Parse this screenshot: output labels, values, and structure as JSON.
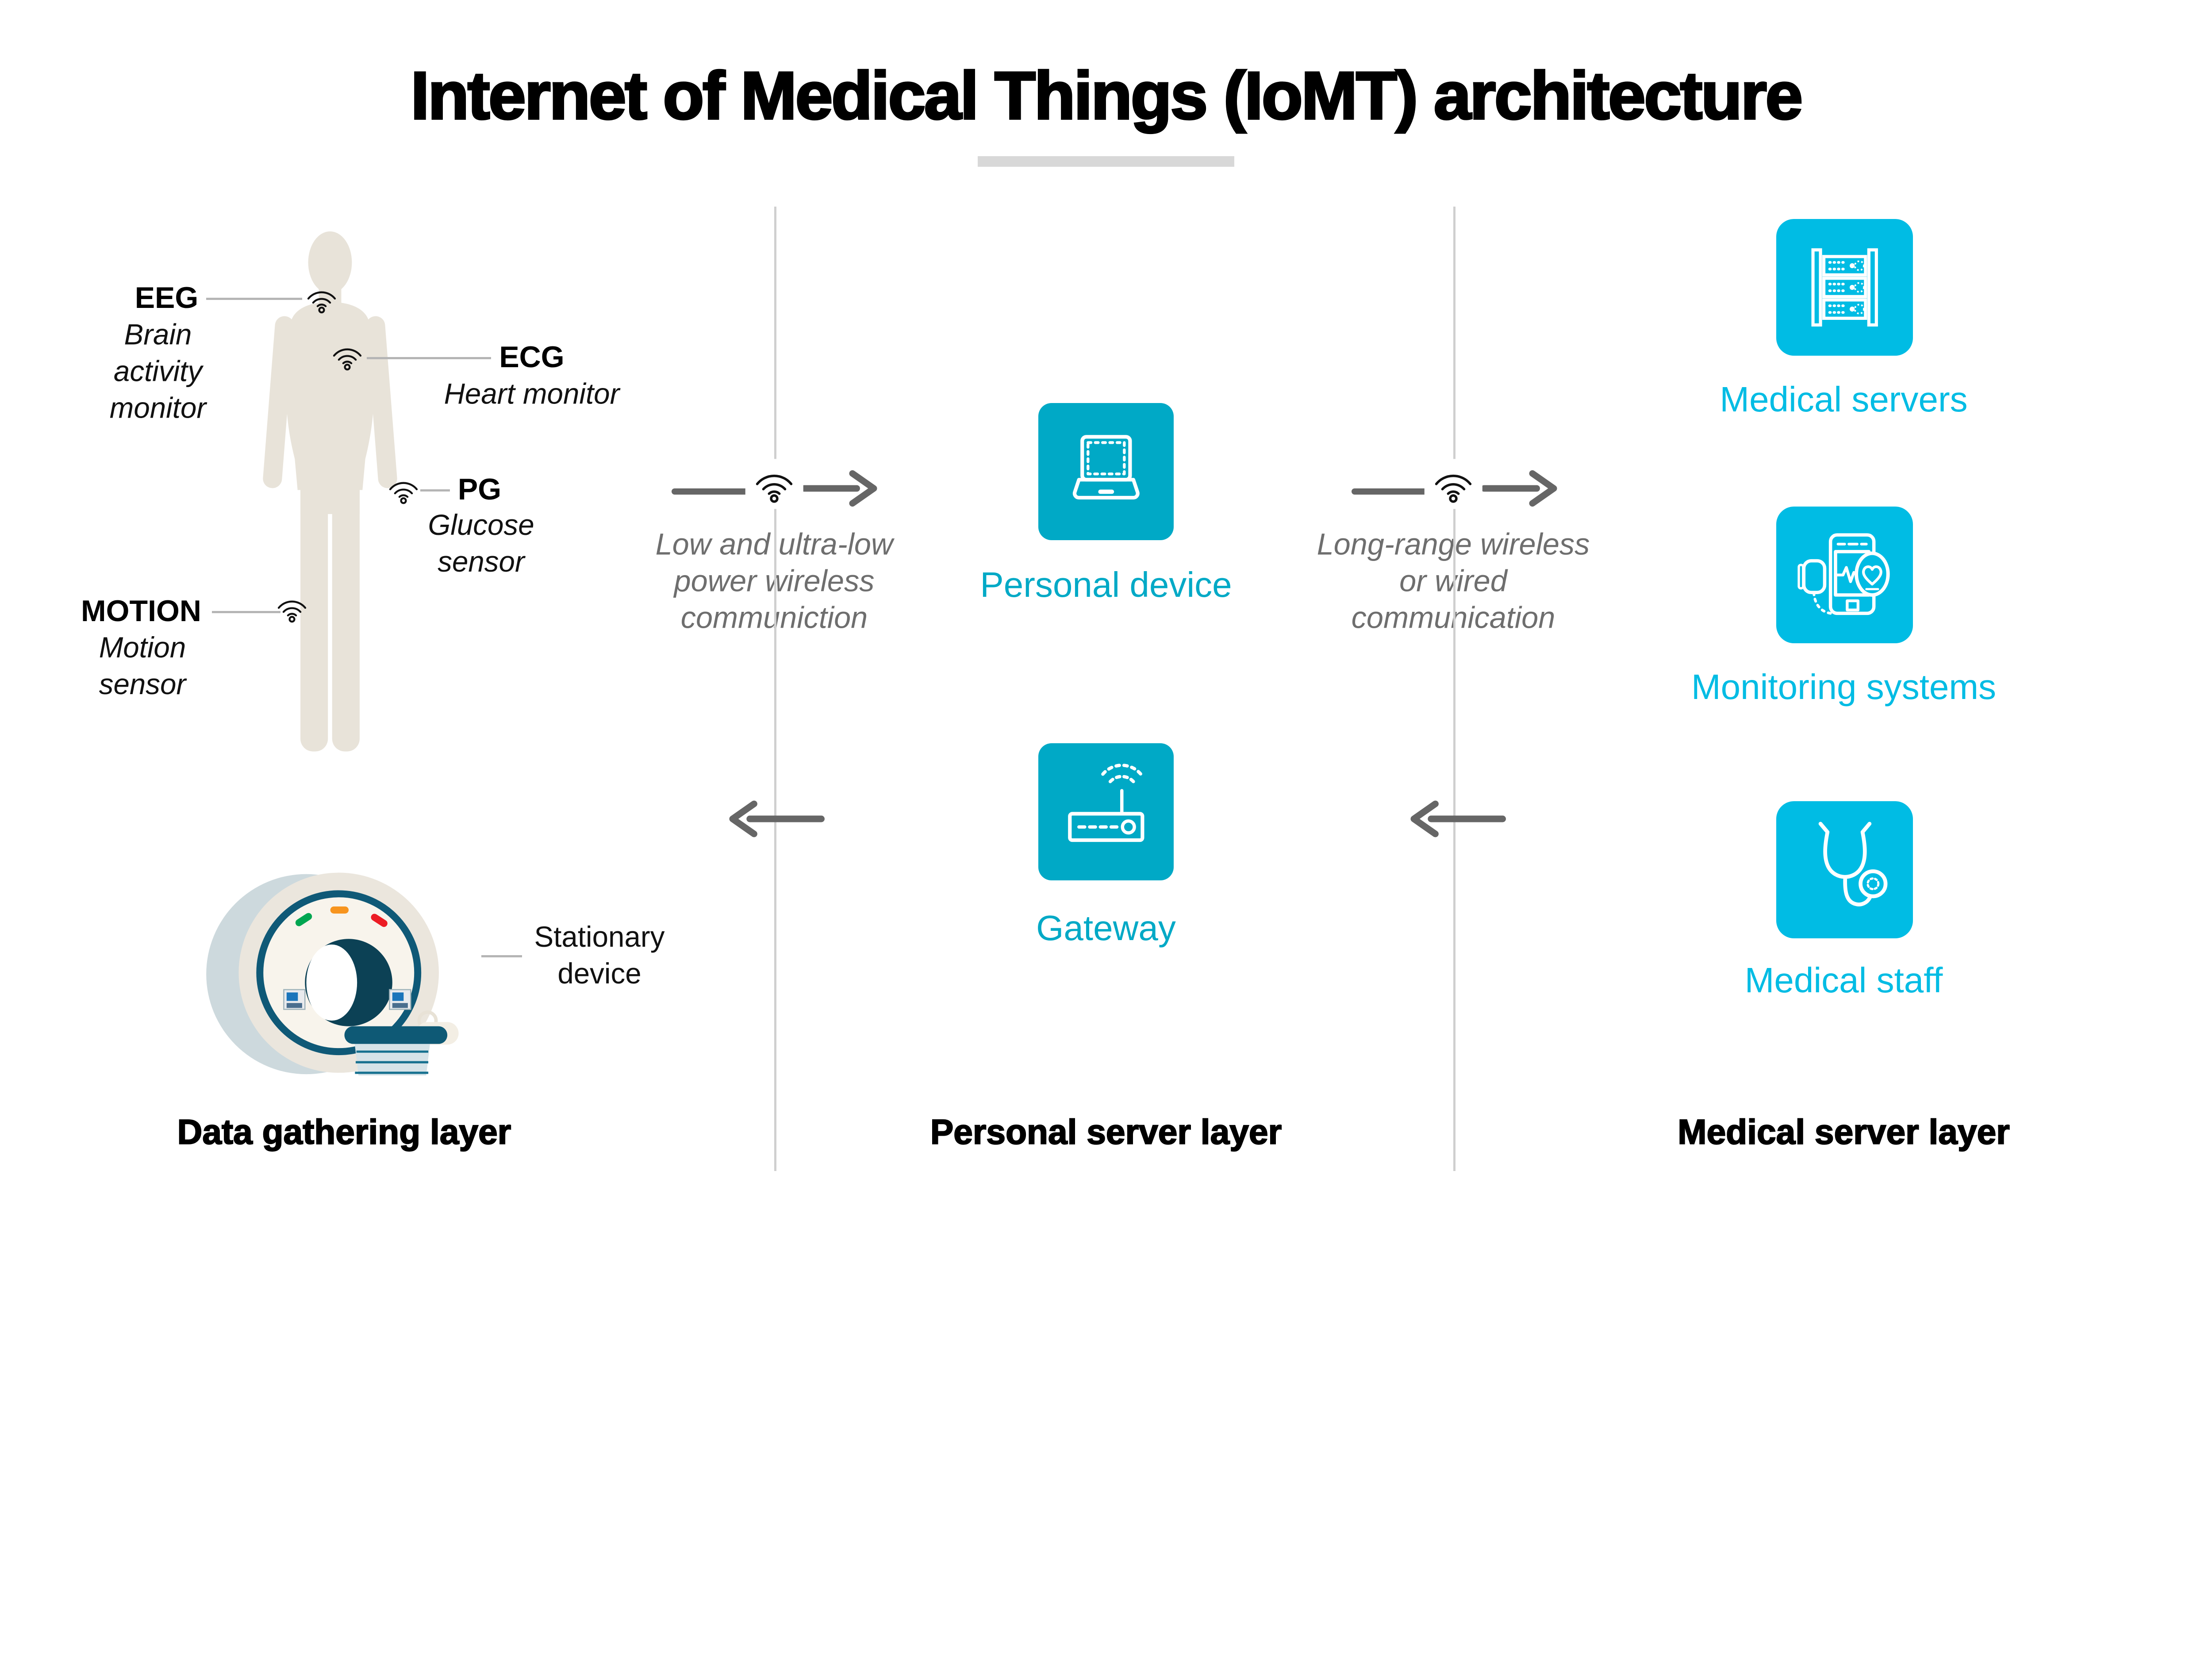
{
  "title": "Internet of Medical Things (IoMT) architecture",
  "colors": {
    "teal": "#00a9c6",
    "cyan": "#00bce4",
    "arrow_gray": "#666666",
    "divider_gray": "#cfcfcf",
    "leader_gray": "#b5b5b5",
    "comm_text_gray": "#6e6e6e",
    "body_fill": "#e8e3d9",
    "title_underline": "#d8d8d8"
  },
  "data_gathering": {
    "layer_label": "Data gathering layer",
    "sensors": [
      {
        "abbr": "EEG",
        "desc_lines": [
          "Brain",
          "activity",
          "monitor"
        ]
      },
      {
        "abbr": "ECG",
        "desc_lines": [
          "Heart monitor"
        ]
      },
      {
        "abbr": "PG",
        "desc_lines": [
          "Glucose",
          "sensor"
        ]
      },
      {
        "abbr": "MOTION",
        "desc_lines": [
          "Motion",
          "sensor"
        ]
      }
    ],
    "stationary_lines": [
      "Stationary",
      "device"
    ]
  },
  "personal_server": {
    "layer_label": "Personal server layer",
    "device_label": "Personal device",
    "gateway_label": "Gateway"
  },
  "medical_server": {
    "layer_label": "Medical server layer",
    "items": [
      {
        "label": "Medical servers"
      },
      {
        "label": "Monitoring systems"
      },
      {
        "label": "Medical staff"
      }
    ]
  },
  "links": {
    "left_lines": [
      "Low and ultra-low",
      "power wireless",
      "communiction"
    ],
    "right_lines": [
      "Long-range wireless",
      "or wired",
      "communication"
    ]
  }
}
